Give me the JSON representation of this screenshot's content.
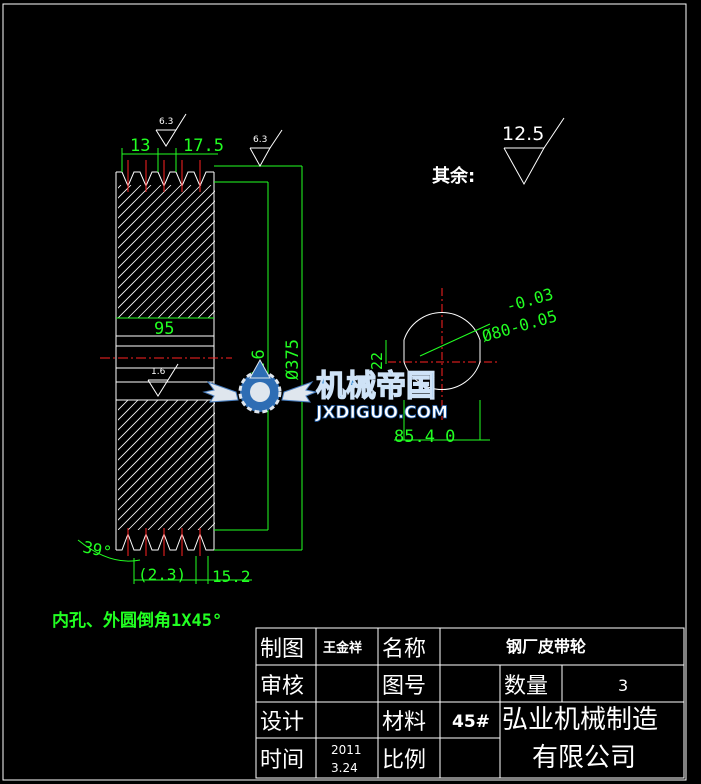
{
  "drawing": {
    "dim_13": "13",
    "dim_17_5": "17.5",
    "dim_95": "95",
    "dim_4_6": "4.6",
    "dim_d375": "Ø375",
    "dim_39": "39°",
    "dim_2_3": "(2.3)",
    "dim_15_2": "15.2",
    "dim_85_4": "85.4 0",
    "dim_22": "22",
    "dim_tol_upper": "-0.03",
    "dim_d80": "Ø80-0.05",
    "rough_6_3_a": "6.3",
    "rough_6_3_b": "6.3",
    "rough_1_6": "1.6",
    "rough_other_value": "12.5",
    "rough_other_label": "其余:",
    "chamfer_note": "内孔、外圆倒角1X45°"
  },
  "watermark": {
    "title": "机械帝国",
    "url": "JXDIGUO.COM"
  },
  "title_block": {
    "drawn_by_label": "制图",
    "drawn_by_value": "王金祥",
    "name_label": "名称",
    "name_value": "钢厂皮带轮",
    "checked_label": "审核",
    "drawing_no_label": "图号",
    "quantity_label": "数量",
    "quantity_value": "3",
    "design_label": "设计",
    "material_label": "材料",
    "material_value": "45#",
    "company_line1": "弘业机械制造",
    "company_line2": "有限公司",
    "time_label": "时间",
    "date_line1": "2011",
    "date_line2": "3.24",
    "scale_label": "比例"
  },
  "colors": {
    "background": "#000000",
    "dimension": "#22ff22",
    "outline": "#ffffff",
    "centerline": "#ff2222",
    "watermark_blue": "#3a8fd8"
  }
}
